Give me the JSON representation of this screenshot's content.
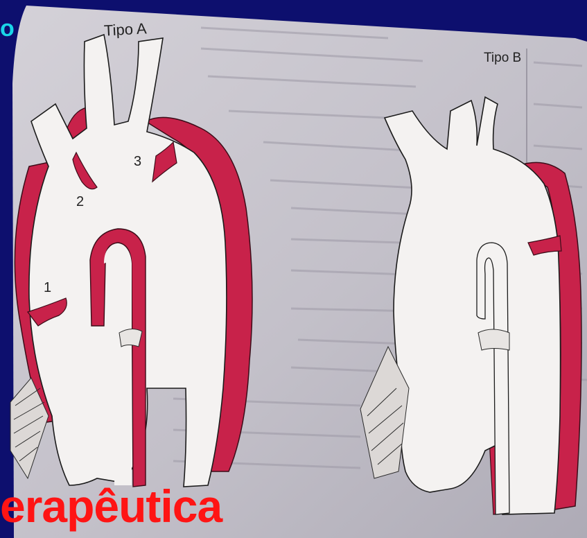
{
  "figure": {
    "type_a_label": "Tipo A",
    "type_b_label": "Tipo B",
    "sites": [
      "1",
      "2",
      "3"
    ]
  },
  "slide": {
    "corner_fragment": "o",
    "caption": "erapêutica"
  },
  "colors": {
    "slide_background": "#0d0f6e",
    "dissection_red": "#c8224a",
    "page_gray": "#c9c6cf",
    "caption_red": "#ff1414",
    "corner_cyan": "#1ad6e8"
  }
}
